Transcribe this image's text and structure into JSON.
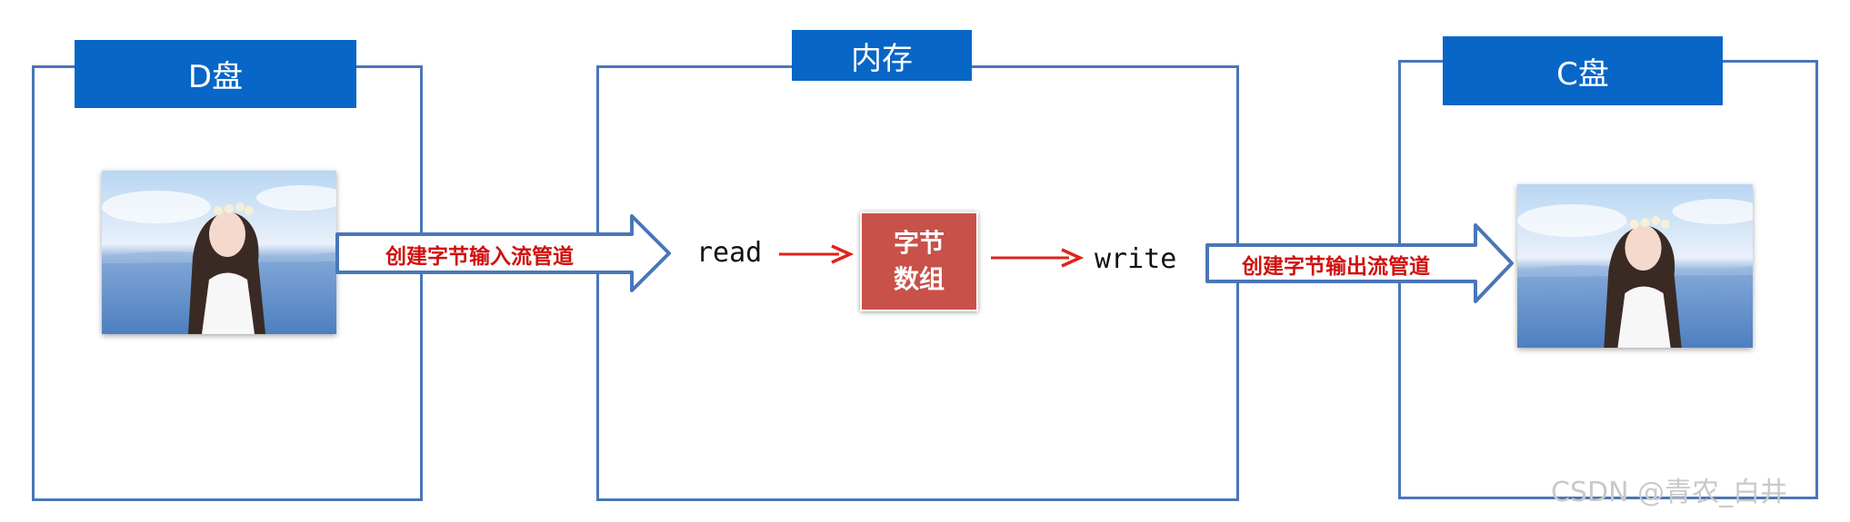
{
  "d_drive": {
    "label": "D盘"
  },
  "memory": {
    "label": "内存",
    "read_label": "read",
    "write_label": "write",
    "byte_array": {
      "line1": "字节",
      "line2": "数组"
    }
  },
  "c_drive": {
    "label": "C盘"
  },
  "input_pipe": {
    "label": "创建字节输入流管道"
  },
  "output_pipe": {
    "label": "创建字节输出流管道"
  },
  "watermark": "CSDN @青农_白井",
  "colors": {
    "box_border": "#4a76b8",
    "tab_fill": "#0866c6",
    "pipe_fill": "#ffffff",
    "pipe_border": "#4a76b8",
    "pipe_text": "#d0110e",
    "flow_arrow": "#e0231b",
    "byte_array_fill": "#c85149"
  },
  "icons": {
    "photo": "photo-of-girl-at-sea"
  }
}
